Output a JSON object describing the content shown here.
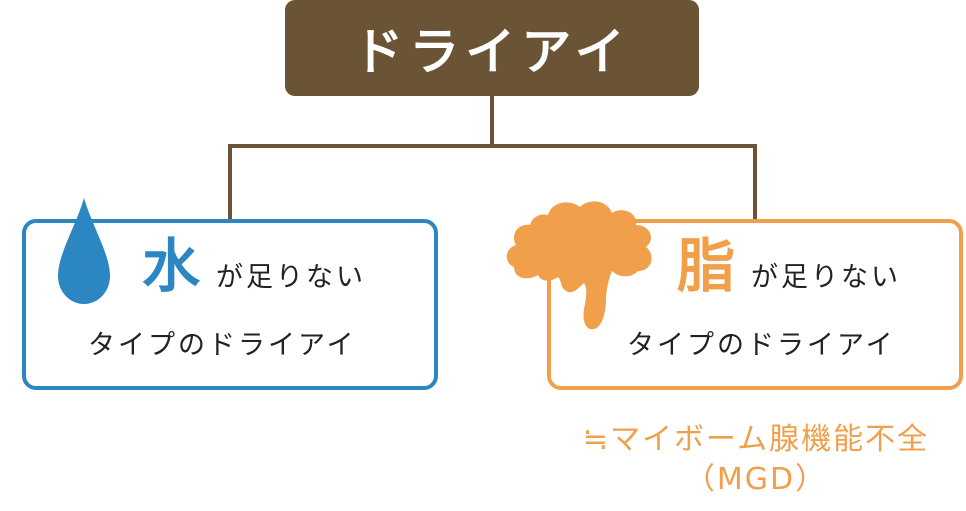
{
  "title": "ドライアイ",
  "types": [
    {
      "keyword": "水",
      "suffix": "が足りない",
      "line2": "タイプのドライアイ",
      "icon": "water-drop-icon",
      "color": "#2b86c2"
    },
    {
      "keyword": "脂",
      "suffix": "が足りない",
      "line2": "タイプのドライアイ",
      "icon": "oil-blob-icon",
      "color": "#f0a04b"
    }
  ],
  "note": {
    "line1": "≒マイボーム腺機能不全",
    "line2": "（MGD）"
  },
  "colors": {
    "title_bg": "#6b5435",
    "connector": "#6b5435",
    "water": "#2b86c2",
    "oil": "#f0a04b"
  }
}
